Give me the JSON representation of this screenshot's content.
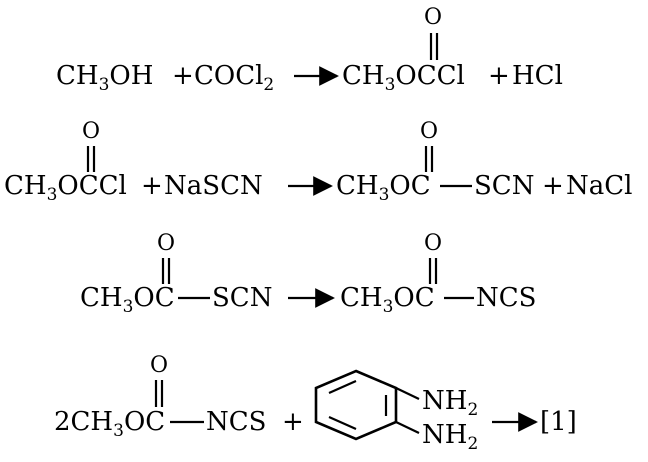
{
  "reactions": [
    {
      "id": "r1",
      "reactant_1": [
        "CH",
        "3",
        "OH"
      ],
      "plus_1": "+",
      "reactant_2": [
        "COCl",
        "2"
      ],
      "product_1_prefix": [
        "CH",
        "3",
        "OC"
      ],
      "product_1_suffix": "Cl",
      "oxygen": "O",
      "plus_2": "+",
      "product_2": "HCl"
    },
    {
      "id": "r2",
      "reactant_1_prefix": [
        "CH",
        "3",
        "OC"
      ],
      "reactant_1_suffix": "Cl",
      "oxygen_1": "O",
      "plus_1": "+",
      "reactant_2": "NaSCN",
      "product_1_prefix": [
        "CH",
        "3",
        "OC"
      ],
      "oxygen_2": "O",
      "product_1_suffix": "SCN",
      "plus_2": "+",
      "product_2": "NaCl"
    },
    {
      "id": "r3",
      "reactant_prefix": [
        "CH",
        "3",
        "OC"
      ],
      "reactant_suffix": "SCN",
      "oxygen_1": "O",
      "product_prefix": [
        "CH",
        "3",
        "OC"
      ],
      "product_suffix": "NCS",
      "oxygen_2": "O"
    },
    {
      "id": "r4",
      "reactant_1_prefix": [
        "2CH",
        "3",
        "OC"
      ],
      "reactant_1_suffix": "NCS",
      "oxygen": "O",
      "plus": "+",
      "amine_1": [
        "NH",
        "2"
      ],
      "amine_2": [
        "NH",
        "2"
      ],
      "product": "[1]"
    }
  ],
  "colors": {
    "ink": "#000000",
    "background": "#ffffff"
  }
}
